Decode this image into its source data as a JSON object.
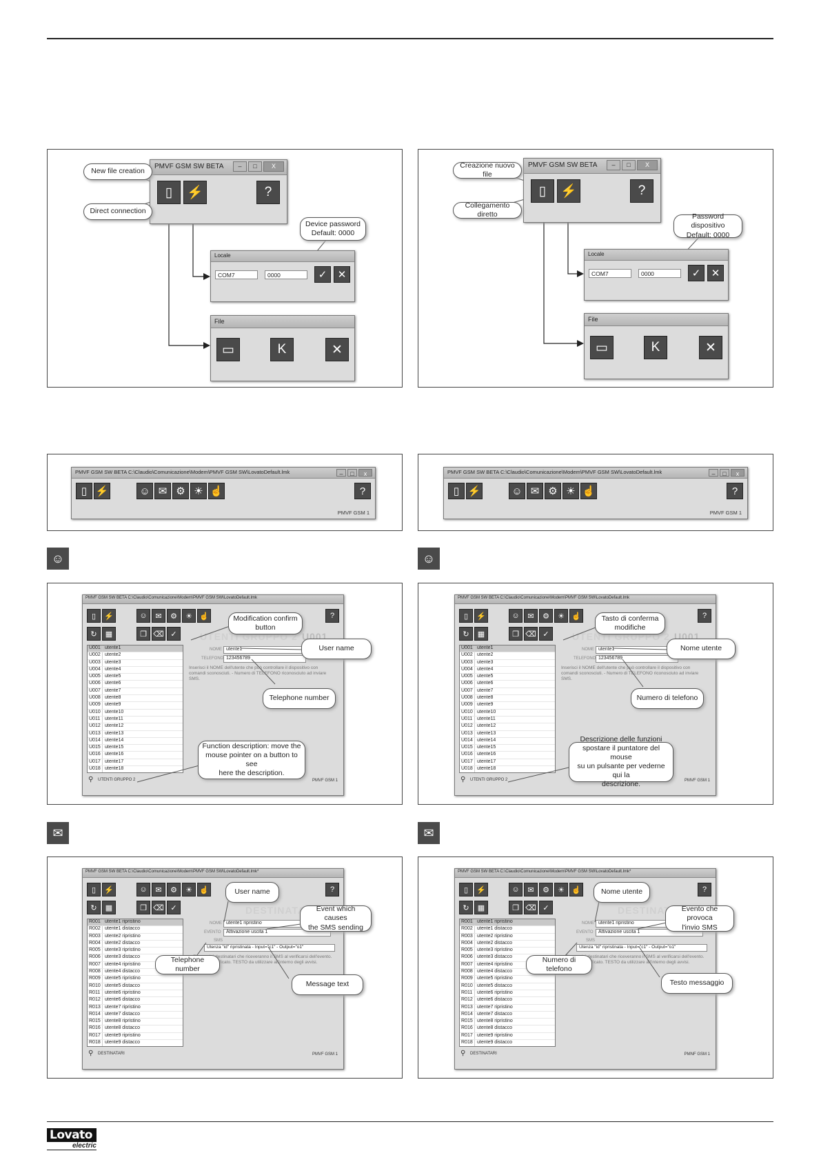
{
  "app_title": "PMVF GSM SW BETA",
  "path_title": "PMVF GSM SW BETA   C:\\Claudio\\Comunicazione\\Modem\\PMVF GSM SW\\LovatoDefault.lmk",
  "path_title_mod": "PMVF GSM SW BETA   C:\\Claudio\\Comunicazione\\Modem\\PMVF GSM SW\\LovatoDefault.lmk*",
  "status_right": "PMVF GSM 1",
  "status_right_alt": "PMNF GSM 1",
  "locale": {
    "title": "Locale",
    "port": "COM7",
    "password": "0000"
  },
  "file_window_title": "File",
  "callouts_en": {
    "new_file": "New file creation",
    "direct": "Direct connection",
    "device_pw": "Device password\nDefault: 0000",
    "mod_confirm": "Modification confirm\nbutton",
    "user_name": "User name",
    "telephone": "Telephone number",
    "func_desc": "Function description: move the\nmouse pointer on a button to see\nhere the description.",
    "event": "Event which causes\nthe SMS sending",
    "message": "Message text"
  },
  "callouts_it": {
    "new_file": "Creazione nuovo file",
    "direct": "Collegamento diretto",
    "device_pw": "Password dispositivo\nDefault: 0000",
    "mod_confirm": "Tasto di conferma\nmodifiche",
    "user_name": "Nome utente",
    "telephone": "Numero di telefono",
    "func_desc": "Descrizione delle funzioni\nspostare il puntatore del mouse\nsu un pulsante per vederne qui la\ndescrizione.",
    "event": "Evento che provoca\nl'invio SMS",
    "message": "Testo messaggio"
  },
  "users": {
    "header": "UTENTI GRUPPO 2",
    "code": "U001",
    "name_label": "NOME",
    "name_value": "utente1",
    "phone_label": "TELEFONO",
    "phone_value": "123456789",
    "note": "Inserisci il NOME dell'utente che può controllare il dispositivo con comandi sconosciuti. - Numero di TELEFONO riconosciuto ad inviare SMS.",
    "footer": "UTENTI GRUPPO 2",
    "rows": [
      [
        "U001",
        "utente1"
      ],
      [
        "U002",
        "utente2"
      ],
      [
        "U003",
        "utente3"
      ],
      [
        "U004",
        "utente4"
      ],
      [
        "U005",
        "utente5"
      ],
      [
        "U006",
        "utente6"
      ],
      [
        "U007",
        "utente7"
      ],
      [
        "U008",
        "utente8"
      ],
      [
        "U009",
        "utente9"
      ],
      [
        "U010",
        "utente10"
      ],
      [
        "U011",
        "utente11"
      ],
      [
        "U012",
        "utente12"
      ],
      [
        "U013",
        "utente13"
      ],
      [
        "U014",
        "utente14"
      ],
      [
        "U015",
        "utente15"
      ],
      [
        "U016",
        "utente16"
      ],
      [
        "U017",
        "utente17"
      ],
      [
        "U018",
        "utente18"
      ]
    ]
  },
  "recipients": {
    "header": "DESTINATARI",
    "name_label": "NOME",
    "name_value": "utente1 ripristino",
    "event_label": "EVENTO",
    "event_value": "Attivazione uscita 1",
    "sms_label": "SMS",
    "sms_value": "Utenza \"id\" ripristinata - Input=\"c1\" - Output=\"o1\"",
    "note": "Elenco dei destinatari che riceveranno il SMS al verificarsi dell'evento. TESTO specificato. TESTO da utilizzare all'interno degli avvisi.",
    "footer": "DESTINATARI",
    "rows": [
      [
        "R001",
        "utente1 ripristino"
      ],
      [
        "R002",
        "utente1 distacco"
      ],
      [
        "R003",
        "utente2 ripristino"
      ],
      [
        "R004",
        "utente2 distacco"
      ],
      [
        "R005",
        "utente3 ripristino"
      ],
      [
        "R006",
        "utente3 distacco"
      ],
      [
        "R007",
        "utente4 ripristino"
      ],
      [
        "R008",
        "utente4 distacco"
      ],
      [
        "R009",
        "utente5 ripristino"
      ],
      [
        "R010",
        "utente5 distacco"
      ],
      [
        "R011",
        "utente6 ripristino"
      ],
      [
        "R012",
        "utente6 distacco"
      ],
      [
        "R013",
        "utente7 ripristino"
      ],
      [
        "R014",
        "utente7 distacco"
      ],
      [
        "R015",
        "utente8 ripristino"
      ],
      [
        "R016",
        "utente8 distacco"
      ],
      [
        "R017",
        "utente9 ripristino"
      ],
      [
        "R018",
        "utente9 distacco"
      ]
    ]
  },
  "logo": {
    "brand": "Lovato",
    "sub": "electric"
  }
}
